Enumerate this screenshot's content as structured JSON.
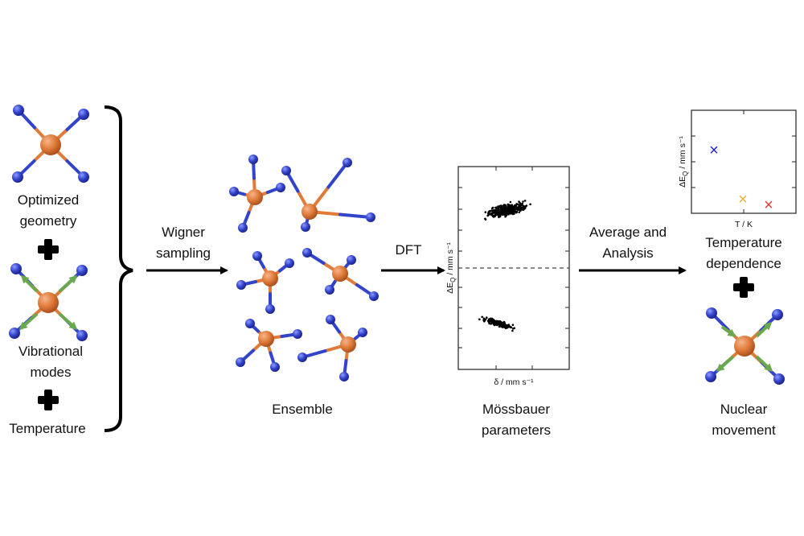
{
  "labels": {
    "optimized": [
      "Optimized",
      "geometry"
    ],
    "vibrational": [
      "Vibrational",
      "modes"
    ],
    "temperature": "Temperature",
    "wigner": [
      "Wigner",
      "sampling"
    ],
    "ensemble": "Ensemble",
    "dft": "DFT",
    "mossbauer": [
      "Mössbauer",
      "parameters"
    ],
    "average": [
      "Average and",
      "Analysis"
    ],
    "temp_dependence": [
      "Temperature",
      "dependence"
    ],
    "nuclear": [
      "Nuclear",
      "movement"
    ]
  },
  "colors": {
    "atom_center": "#e07b3a",
    "atom_ligand": "#3344cc",
    "arrow_mode": "#6aa84f",
    "marker_blue": "#2222cc",
    "marker_yellow": "#f0b040",
    "marker_red": "#e03a3a"
  },
  "scatter_plot": {
    "xlabel": "δ / mm s⁻¹",
    "ylabel_main": "ΔE",
    "ylabel_sub": "Q",
    "ylabel_unit": " / mm s⁻¹"
  },
  "temp_plot": {
    "xlabel": "T / K",
    "ylabel_main": "ΔE",
    "ylabel_sub": "Q",
    "ylabel_unit": " / mm s⁻¹",
    "marker": "×"
  }
}
